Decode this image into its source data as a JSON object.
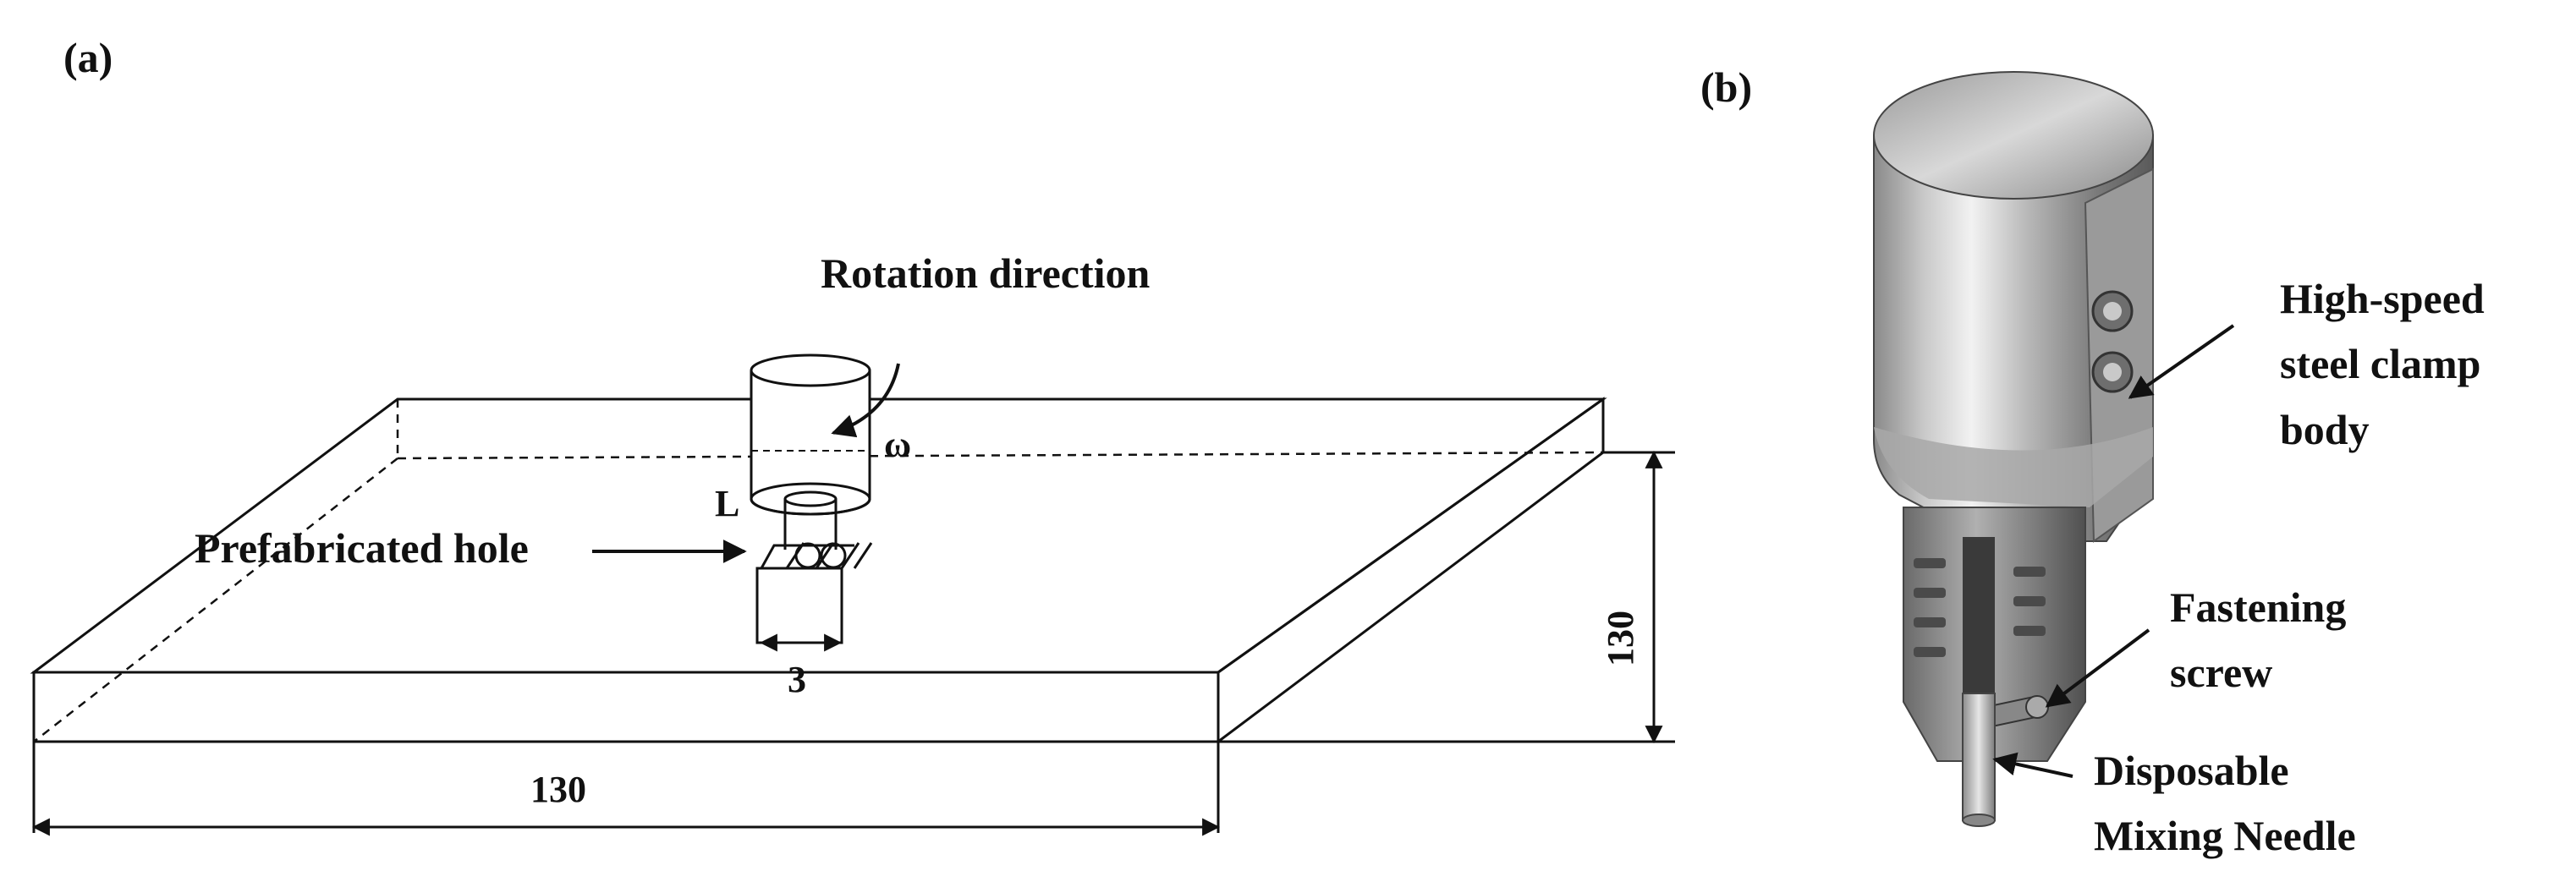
{
  "panel_a": {
    "label": "(a)",
    "rotation_label": "Rotation direction",
    "omega_label": "ω",
    "length_label": "L",
    "hole_label": "Prefabricated hole",
    "width_dim": "3",
    "length_dim": "130",
    "height_dim": "130"
  },
  "panel_b": {
    "label": "(b)",
    "clamp_label": [
      "High-speed",
      "steel clamp",
      "body"
    ],
    "screw_label": [
      "Fastening",
      "screw"
    ],
    "needle_label": [
      "Disposable",
      "Mixing Needle"
    ]
  }
}
